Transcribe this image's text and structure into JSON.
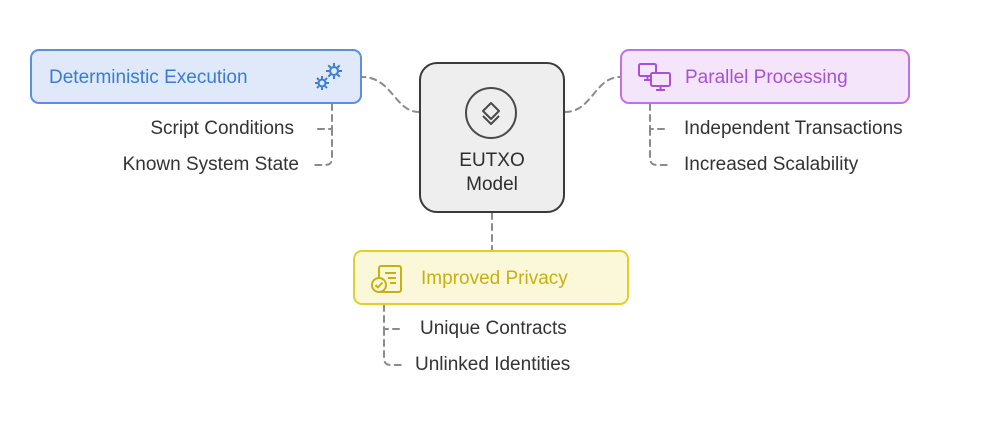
{
  "center": {
    "title_line1": "EUTXO",
    "title_line2": "Model",
    "icon": "layers-icon"
  },
  "branches": {
    "deterministic": {
      "label": "Deterministic Execution",
      "icon": "gears-icon",
      "color": "#3a7bd5",
      "items": [
        "Script Conditions",
        "Known System State"
      ]
    },
    "parallel": {
      "label": "Parallel Processing",
      "icon": "monitors-icon",
      "color": "#a752d6",
      "items": [
        "Independent Transactions",
        "Increased Scalability"
      ]
    },
    "privacy": {
      "label": "Improved Privacy",
      "icon": "document-check-icon",
      "color": "#c8b013",
      "items": [
        "Unique Contracts",
        "Unlinked Identities"
      ]
    }
  }
}
